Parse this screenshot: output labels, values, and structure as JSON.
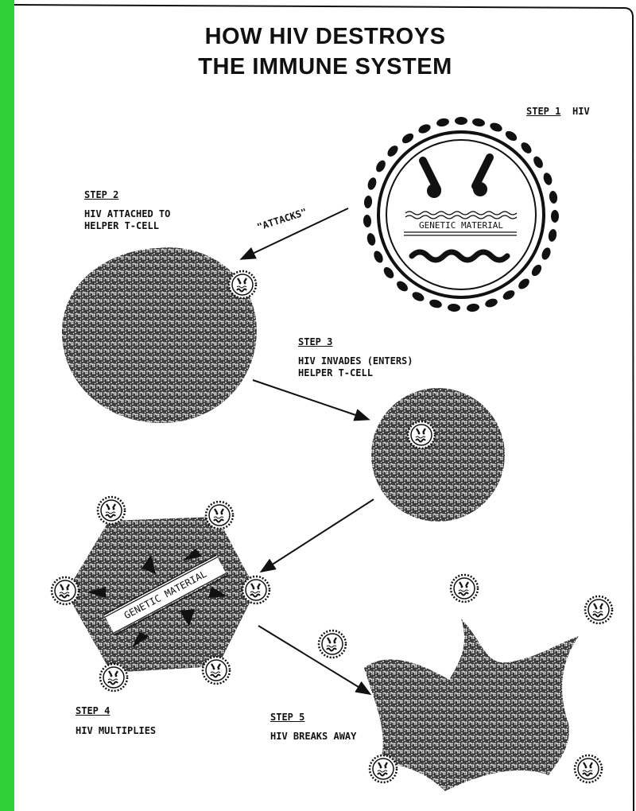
{
  "title": {
    "line1": "HOW HIV DESTROYS",
    "line2": "THE IMMUNE SYSTEM"
  },
  "steps": [
    {
      "step": "STEP 1",
      "text": [
        "HIV"
      ]
    },
    {
      "step": "STEP 2",
      "text": [
        "HIV ATTACHED TO",
        "HELPER T-CELL"
      ]
    },
    {
      "step": "STEP 3",
      "text": [
        "HIV INVADES (ENTERS)",
        "HELPER T-CELL"
      ]
    },
    {
      "step": "STEP 4",
      "text": [
        "HIV MULTIPLIES"
      ]
    },
    {
      "step": "STEP 5",
      "text": [
        "HIV BREAKS AWAY"
      ]
    }
  ],
  "labels": {
    "attacks": "\"ATTACKS\"",
    "genetic_material": "GENETIC MATERIAL"
  },
  "colors": {
    "border": "#2fd13a",
    "ink": "#111111",
    "paper": "#ffffff"
  }
}
